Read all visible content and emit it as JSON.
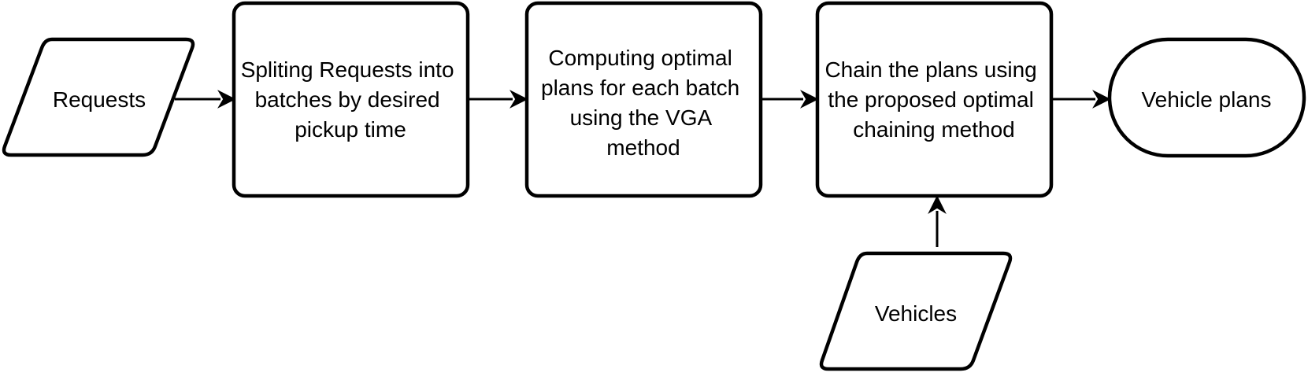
{
  "diagram": {
    "nodes": [
      {
        "id": "requests",
        "shape": "parallelogram",
        "lines": [
          "Requests"
        ]
      },
      {
        "id": "split",
        "shape": "rounded-rect",
        "lines": [
          "Spliting Requests into",
          "batches by desired",
          "pickup time"
        ]
      },
      {
        "id": "compute",
        "shape": "rounded-rect",
        "lines": [
          "Computing optimal",
          "plans for each batch",
          "using the VGA",
          "method"
        ]
      },
      {
        "id": "chain",
        "shape": "rounded-rect",
        "lines": [
          "Chain the plans using",
          "the proposed optimal",
          "chaining method"
        ]
      },
      {
        "id": "plans",
        "shape": "terminator",
        "lines": [
          "Vehicle plans"
        ]
      },
      {
        "id": "vehicles",
        "shape": "parallelogram",
        "lines": [
          "Vehicles"
        ]
      }
    ],
    "edges": [
      {
        "from": "requests",
        "to": "split"
      },
      {
        "from": "split",
        "to": "compute"
      },
      {
        "from": "compute",
        "to": "chain"
      },
      {
        "from": "chain",
        "to": "plans"
      },
      {
        "from": "vehicles",
        "to": "chain"
      }
    ],
    "colors": {
      "stroke": "#000000",
      "fill": "#ffffff",
      "text": "#000000"
    }
  }
}
